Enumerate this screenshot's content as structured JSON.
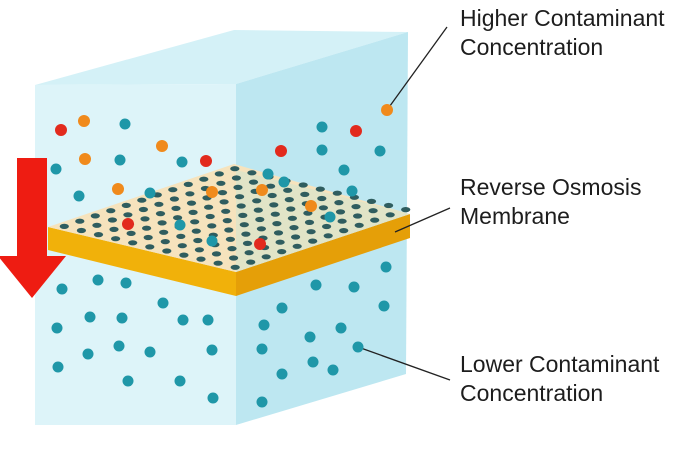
{
  "labels": {
    "higher_line1": "Higher Contaminant",
    "higher_line2": "Concentration",
    "membrane_line1": "Reverse Osmosis",
    "membrane_line2": "Membrane",
    "lower_line1": "Lower Contaminant",
    "lower_line2": "Concentration"
  },
  "colors": {
    "water_tint": "#cdeff6",
    "water_side": "#b6e4ef",
    "membrane_top": "#f6e3bd",
    "membrane_edge": "#f1b10a",
    "pore": "#2f5d5f",
    "water_molecule": "#1f97a8",
    "contaminant_red": "#e22a1d",
    "contaminant_orange": "#f08a1c",
    "flow_arrow": "#ee1c12"
  },
  "icons": {
    "flow": "down-arrow-icon",
    "particles": "dot"
  }
}
